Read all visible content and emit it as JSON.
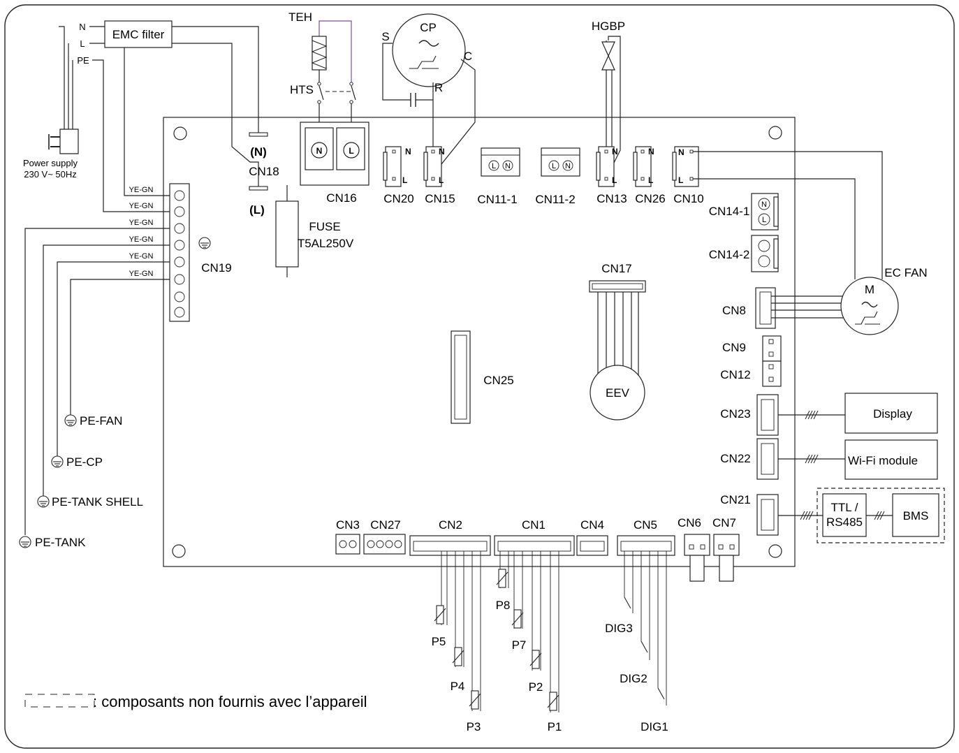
{
  "power": {
    "emc_label": "EMC filter",
    "n": "N",
    "l": "L",
    "pe": "PE",
    "supply_line1": "Power supply",
    "supply_line2": "230 V~ 50Hz"
  },
  "heater": {
    "teh": "TEH",
    "hts": "HTS",
    "n": "N",
    "l": "L"
  },
  "compressor": {
    "label": "CP",
    "s": "S",
    "c": "C",
    "r": "R"
  },
  "hgbp": "HGBP",
  "cn18": {
    "label": "CN18",
    "n": "(N)",
    "l": "(L)"
  },
  "fuse": {
    "label1": "FUSE",
    "label2": "T5AL250V"
  },
  "cn19": {
    "label": "CN19",
    "ye_gn": "YE-GN"
  },
  "ground": {
    "fan": "PE-FAN",
    "cp": "PE-CP",
    "shell": "PE-TANK SHELL",
    "tank": "PE-TANK"
  },
  "connectors_top": {
    "cn16": "CN16",
    "cn20": "CN20",
    "cn15": "CN15",
    "cn11_1": "CN11-1",
    "cn11_2": "CN11-2",
    "cn13": "CN13",
    "cn26": "CN26",
    "cn10": "CN10"
  },
  "pins": {
    "n": "N",
    "l": "L"
  },
  "right_side": {
    "cn14_1": "CN14-1",
    "cn14_2": "CN14-2",
    "cn8": "CN8",
    "cn9": "CN9",
    "cn12": "CN12",
    "cn23": "CN23",
    "cn22": "CN22",
    "cn21": "CN21",
    "ec_fan": "EC FAN",
    "motor": "M"
  },
  "cn17": "CN17",
  "eev": "EEV",
  "cn25": "CN25",
  "modules": {
    "display": "Display",
    "wifi": "Wi-Fi module",
    "ttl1": "TTL /",
    "ttl2": "RS485",
    "bms": "BMS"
  },
  "bottom": {
    "cn3": "CN3",
    "cn27": "CN27",
    "cn2": "CN2",
    "cn1": "CN1",
    "cn4": "CN4",
    "cn5": "CN5",
    "cn6": "CN6",
    "cn7": "CN7"
  },
  "sensors": {
    "p1": "P1",
    "p2": "P2",
    "p3": "P3",
    "p4": "P4",
    "p5": "P5",
    "p7": "P7",
    "p8": "P8",
    "dig1": "DIG1",
    "dig2": "DIG2",
    "dig3": "DIG3"
  },
  "legend": ": composants non fournis avec l’appareil"
}
